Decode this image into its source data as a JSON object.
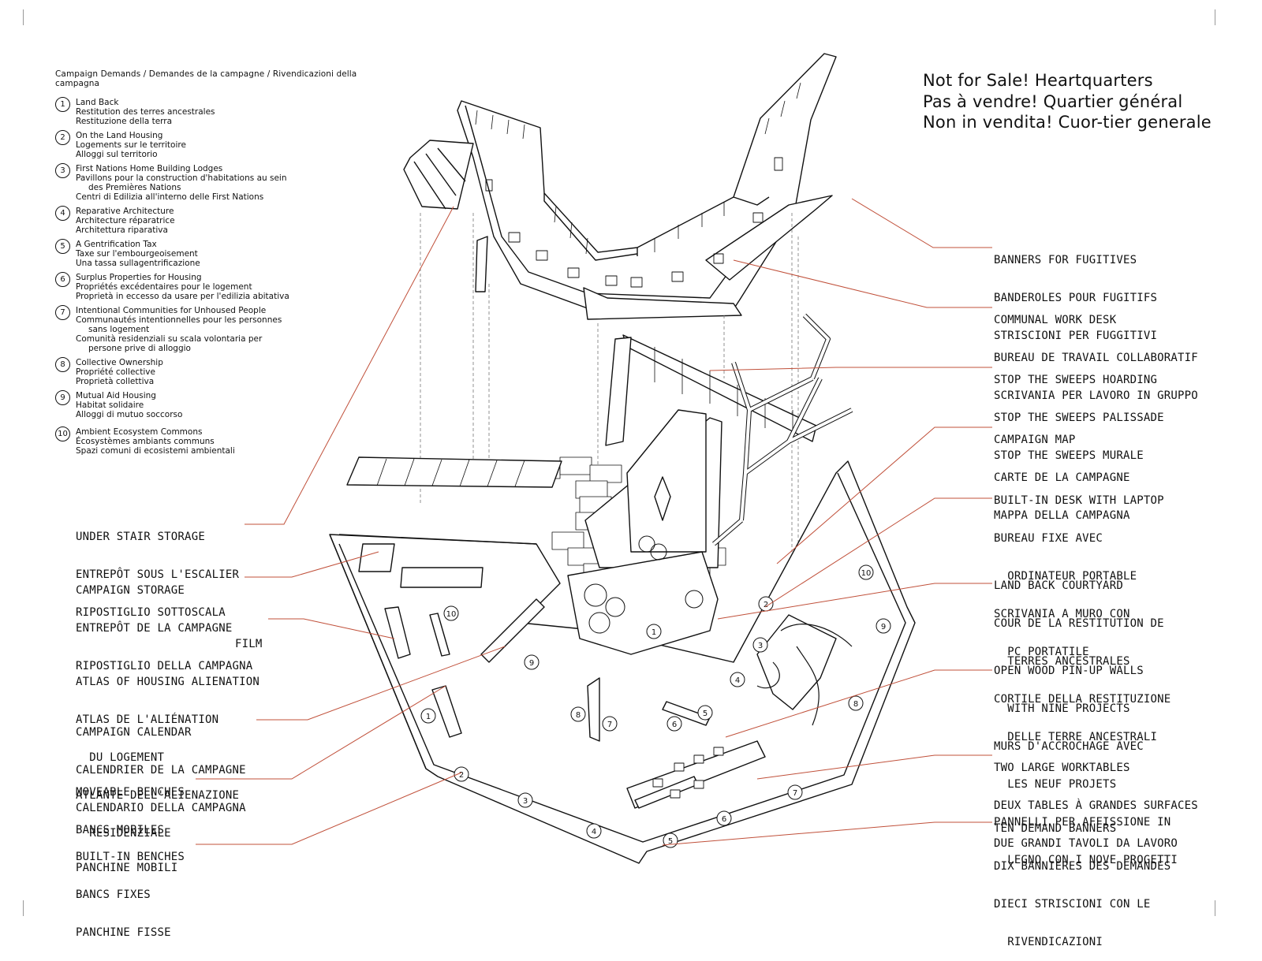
{
  "legend": {
    "title": "Campaign Demands / Demandes de la campagne / Rivendicazioni della campagna",
    "items": [
      {
        "num": "1",
        "lines": [
          "Land Back",
          "Restitution des terres ancestrales",
          "Restituzione della terra"
        ]
      },
      {
        "num": "2",
        "lines": [
          "On the Land Housing",
          "Logements sur le territoire",
          "Alloggi sul territorio"
        ]
      },
      {
        "num": "3",
        "lines": [
          "First Nations Home Building Lodges",
          "Pavillons pour la construction d'habitations au sein",
          "des Premières Nations",
          "Centri di Edilizia all'interno delle First Nations"
        ]
      },
      {
        "num": "4",
        "lines": [
          "Reparative Architecture",
          "Architecture réparatrice",
          "Architettura riparativa"
        ]
      },
      {
        "num": "5",
        "lines": [
          "A Gentrification Tax",
          "Taxe sur l'embourgeoisement",
          "Una tassa sullagentrificazione"
        ]
      },
      {
        "num": "6",
        "lines": [
          "Surplus Properties for Housing",
          "Propriétés excédentaires pour le logement",
          "Proprietà in eccesso da usare per l'edilizia abitativa"
        ]
      },
      {
        "num": "7",
        "lines": [
          "Intentional Communities for Unhoused People",
          "Communautés intentionnelles pour les personnes",
          "sans logement",
          "Comunità residenziali su scala volontaria per",
          "persone prive di alloggio"
        ]
      },
      {
        "num": "8",
        "lines": [
          "Collective Ownership",
          "Propriété collective",
          "Proprietà collettiva"
        ]
      },
      {
        "num": "9",
        "lines": [
          "Mutual Aid Housing",
          "Habitat solidaire",
          "Alloggi di mutuo soccorso"
        ]
      },
      {
        "num": "10",
        "lines": [
          "Ambient Ecosystem Commons",
          "Écosystèmes ambiants communs",
          "Spazi comuni di ecosistemi ambientali"
        ]
      }
    ]
  },
  "title": {
    "line1": "Not for Sale! Heartquarters",
    "line2": "Pas à vendre! Quartier général",
    "line3": "Non in vendita! Cuor-tier generale"
  },
  "left_labels": [
    {
      "lines": [
        "UNDER STAIR STORAGE",
        "ENTREPÔT SOUS L'ESCALIER",
        "RIPOSTIGLIO SOTTOSCALA"
      ]
    },
    {
      "lines": [
        "CAMPAIGN STORAGE",
        "ENTREPÔT DE LA CAMPAGNE",
        "RIPOSTIGLIO DELLA CAMPAGNA"
      ]
    },
    {
      "lines": [
        "FILM",
        "ATLAS OF HOUSING ALIENATION",
        "ATLAS DE L'ALIÉNATION",
        "  DU LOGEMENT",
        "ATLANTE DELL'ALIENAZIONE",
        "  RESIDENZIALE"
      ]
    },
    {
      "lines": [
        "CAMPAIGN CALENDAR",
        "CALENDRIER DE LA CAMPAGNE",
        "CALENDARIO DELLA CAMPAGNA"
      ]
    },
    {
      "lines": [
        "MOVEABLE BENCHES",
        "BANCS MOBILES",
        "PANCHINE MOBILI"
      ]
    },
    {
      "lines": [
        "BUILT-IN BENCHES",
        "BANCS FIXES",
        "PANCHINE FISSE"
      ]
    }
  ],
  "right_labels": [
    {
      "lines": [
        "BANNERS FOR FUGITIVES",
        "BANDEROLES POUR FUGITIFS",
        "STRISCIONI PER FUGGITIVI"
      ]
    },
    {
      "lines": [
        "COMMUNAL WORK DESK",
        "BUREAU DE TRAVAIL COLLABORATIF",
        "SCRIVANIA PER LAVORO IN GRUPPO"
      ]
    },
    {
      "lines": [
        "STOP THE SWEEPS HOARDING",
        "STOP THE SWEEPS PALISSADE",
        "STOP THE SWEEPS MURALE"
      ]
    },
    {
      "lines": [
        "CAMPAIGN MAP",
        "CARTE DE LA CAMPAGNE",
        "MAPPA DELLA CAMPAGNA"
      ]
    },
    {
      "lines": [
        "BUILT-IN DESK WITH LAPTOP",
        "BUREAU FIXE AVEC",
        "  ORDINATEUR PORTABLE",
        "SCRIVANIA A MURO CON",
        "  PC PORTATILE"
      ]
    },
    {
      "lines": [
        "LAND BACK COURTYARD",
        "COUR DE LA RESTITUTION DE",
        "  TERRES ANCESTRALES",
        "CORTILE DELLA RESTITUZIONE",
        "  DELLE TERRE ANCESTRALI"
      ]
    },
    {
      "lines": [
        "OPEN WOOD PIN-UP WALLS",
        "  WITH NINE PROJECTS",
        "MURS D'ACCROCHAGE AVEC",
        "  LES NEUF PROJETS",
        "PANNELLI PER AFFISSIONE IN",
        "  LEGNO CON I NOVE PROGETTI"
      ]
    },
    {
      "lines": [
        "TWO LARGE WORKTABLES",
        "DEUX TABLES À GRANDES SURFACES",
        "DUE GRANDI TAVOLI DA LAVORO"
      ]
    },
    {
      "lines": [
        "TEN DEMAND BANNERS",
        "DIX BANNIÈRES DES DEMANDES",
        "DIECI STRISCIONI CON LE",
        "  RIVENDICAZIONI"
      ]
    }
  ],
  "drawing": {
    "leader_color": "#c0503a",
    "markers": [
      "10",
      "10",
      "9",
      "9",
      "8",
      "8",
      "7",
      "7",
      "6",
      "6",
      "5",
      "5",
      "4",
      "4",
      "3",
      "3",
      "2",
      "2",
      "1",
      "1"
    ]
  }
}
